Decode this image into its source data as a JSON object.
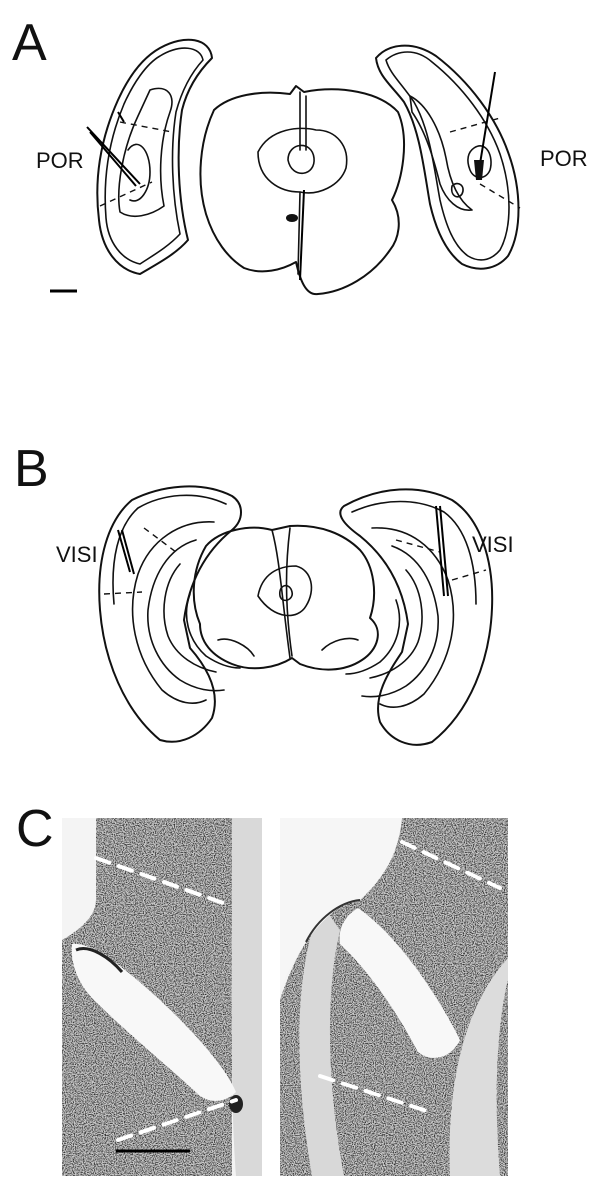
{
  "panels": [
    {
      "letter": "A",
      "labels": [
        "POR",
        "POR"
      ]
    },
    {
      "letter": "B",
      "labels": [
        "VISI",
        "VISI"
      ]
    },
    {
      "letter": "C"
    }
  ],
  "colors": {
    "ink": "#111111",
    "tissue": "#7d7d7d",
    "background": "#ffffff"
  }
}
